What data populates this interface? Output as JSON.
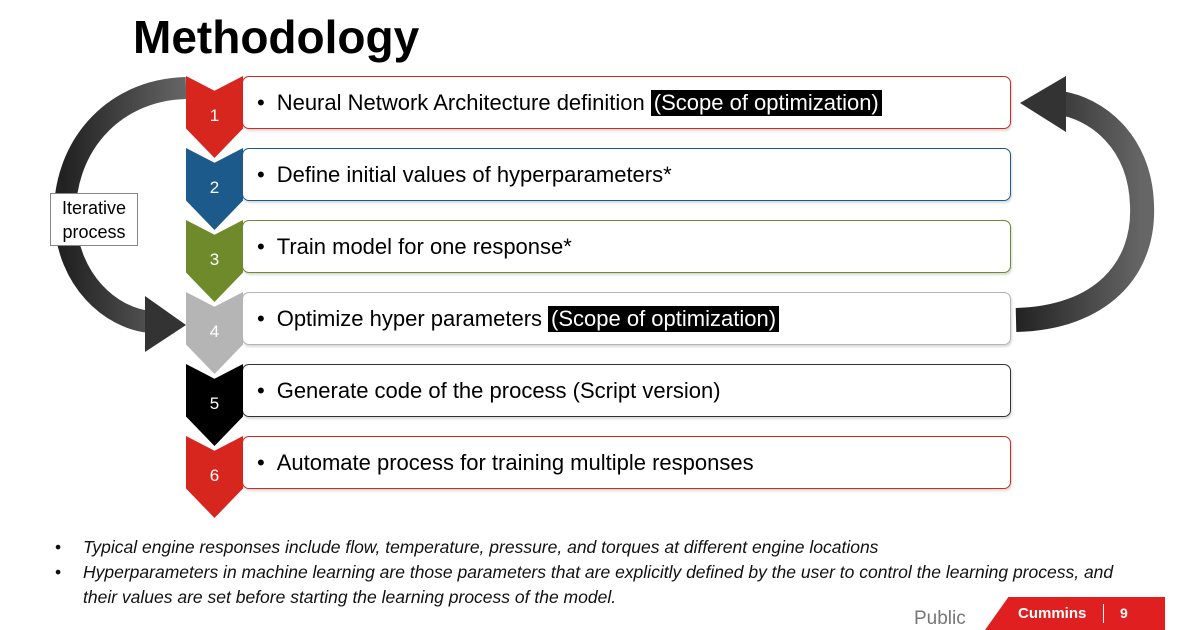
{
  "title": "Methodology",
  "steps": [
    {
      "num": "1",
      "text": "Neural Network Architecture definition",
      "highlight": "(Scope of optimization)",
      "color": "#d7261e"
    },
    {
      "num": "2",
      "text": "Define initial values of hyperparameters*",
      "highlight": "",
      "color": "#1c5a8c"
    },
    {
      "num": "3",
      "text": "Train model for one response*",
      "highlight": "",
      "color": "#6f8a2a"
    },
    {
      "num": "4",
      "text": "Optimize hyper parameters",
      "highlight": "(Scope of optimization)",
      "color": "#b5b5b5"
    },
    {
      "num": "5",
      "text": "Generate code of the process (Script version)",
      "highlight": "",
      "color": "#000000"
    },
    {
      "num": "6",
      "text": "Automate process for training multiple responses",
      "highlight": "",
      "color": "#d7261e"
    }
  ],
  "iterative_label": "Iterative process",
  "notes": [
    "Typical engine responses include flow, temperature, pressure, and torques at different engine locations",
    "Hyperparameters in machine learning are those parameters that are explicitly defined by the user to control the learning process, and their values are set before starting the learning process of the model."
  ],
  "footer": {
    "classification": "Public",
    "brand": "Cummins",
    "page": "9"
  }
}
